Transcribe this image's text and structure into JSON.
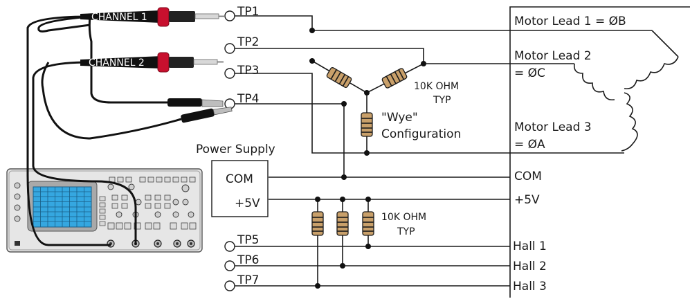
{
  "test_points": [
    "TP1",
    "TP2",
    "TP3",
    "TP4",
    "TP5",
    "TP6",
    "TP7"
  ],
  "probes": {
    "channel1": "CHANNEL 1",
    "channel2": "CHANNEL 2"
  },
  "resistor_top": {
    "value": "10K OHM",
    "note": "TYP"
  },
  "wye": {
    "line1": "\"Wye\"",
    "line2": "Configuration"
  },
  "power_supply": {
    "title": "Power Supply",
    "com": "COM",
    "plus5": "+5V"
  },
  "resistor_bottom": {
    "value": "10K OHM",
    "note": "TYP"
  },
  "motor": {
    "lead1": "Motor Lead 1 = ØB",
    "lead2": "Motor Lead 2",
    "lead2_phase": "= ØC",
    "lead3": "Motor Lead 3",
    "lead3_phase": "= ØA",
    "com": "COM",
    "plus5": "+5V",
    "hall1": "Hall 1",
    "hall2": "Hall 2",
    "hall3": "Hall 3"
  },
  "colors": {
    "probe_red": "#c8102e",
    "scope_screen": "#35a7e0",
    "scope_body": "#e8e8e8",
    "resistor": "#c9a06a"
  }
}
